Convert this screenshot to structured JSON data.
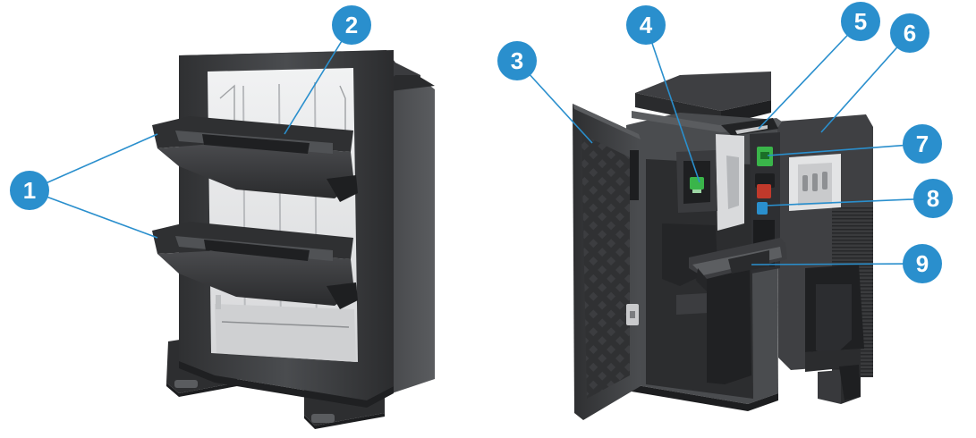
{
  "callouts": [
    {
      "label": "1"
    },
    {
      "label": "2"
    },
    {
      "label": "3"
    },
    {
      "label": "4"
    },
    {
      "label": "5"
    },
    {
      "label": "6"
    },
    {
      "label": "7"
    },
    {
      "label": "8"
    },
    {
      "label": "9"
    }
  ],
  "colors": {
    "callout_fill": "#2a8fcd",
    "leader_line": "#2a8fcd",
    "body_dark": "#3a3b3d",
    "body_mid": "#55575a",
    "body_light": "#77797c",
    "panel_light": "#e6e7e8",
    "accent_green": "#3ab54a",
    "accent_blue": "#2a8fcd",
    "accent_red": "#c0392b"
  }
}
